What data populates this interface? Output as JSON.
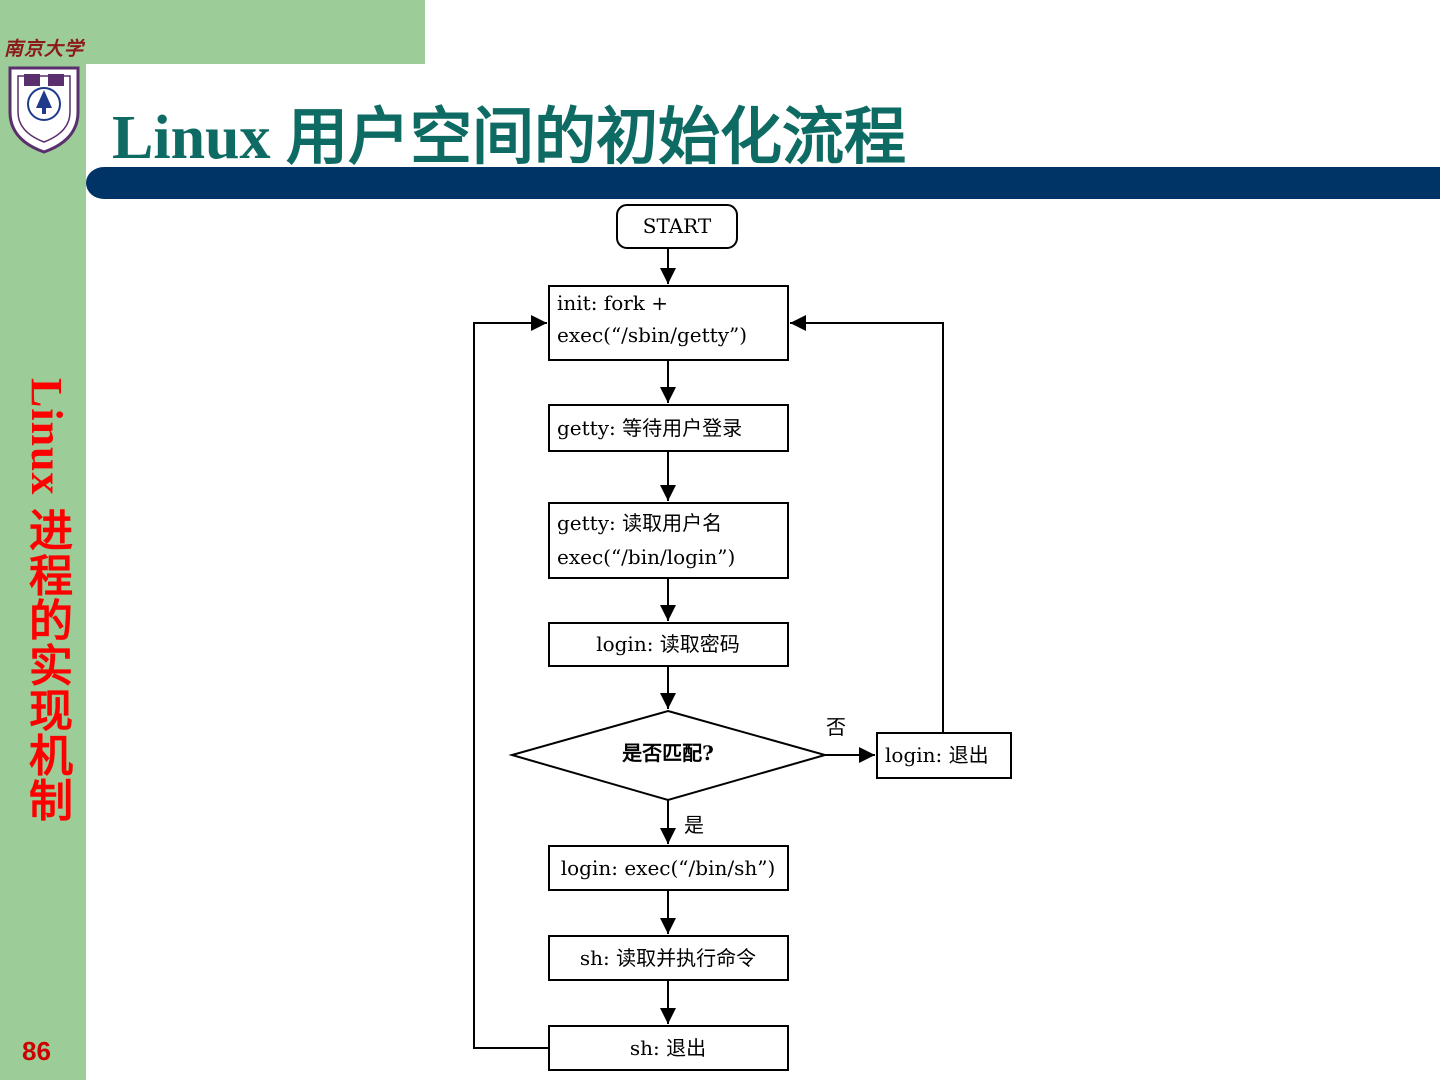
{
  "slide": {
    "university_name": "南京大学",
    "title": "Linux 用户空间的初始化流程",
    "section_title": "Linux 进程的实现机制",
    "page_number": "86"
  },
  "flowchart": {
    "start": "START",
    "init_line1": "init: fork +",
    "init_line2": "exec(“/sbin/getty”)",
    "getty_wait": "getty:  等待用户登录",
    "getty_read_line1": "getty:  读取用户名",
    "getty_read_line2": "exec(“/bin/login”)",
    "login_read_password": "login:  读取密码",
    "decision": "是否匹配?",
    "label_no": "否",
    "label_yes": "是",
    "login_exit": "login:  退出",
    "login_exec_sh": "login: exec(“/bin/sh”)",
    "sh_execute": "sh:  读取并执行命令",
    "sh_exit": "sh:  退出"
  }
}
